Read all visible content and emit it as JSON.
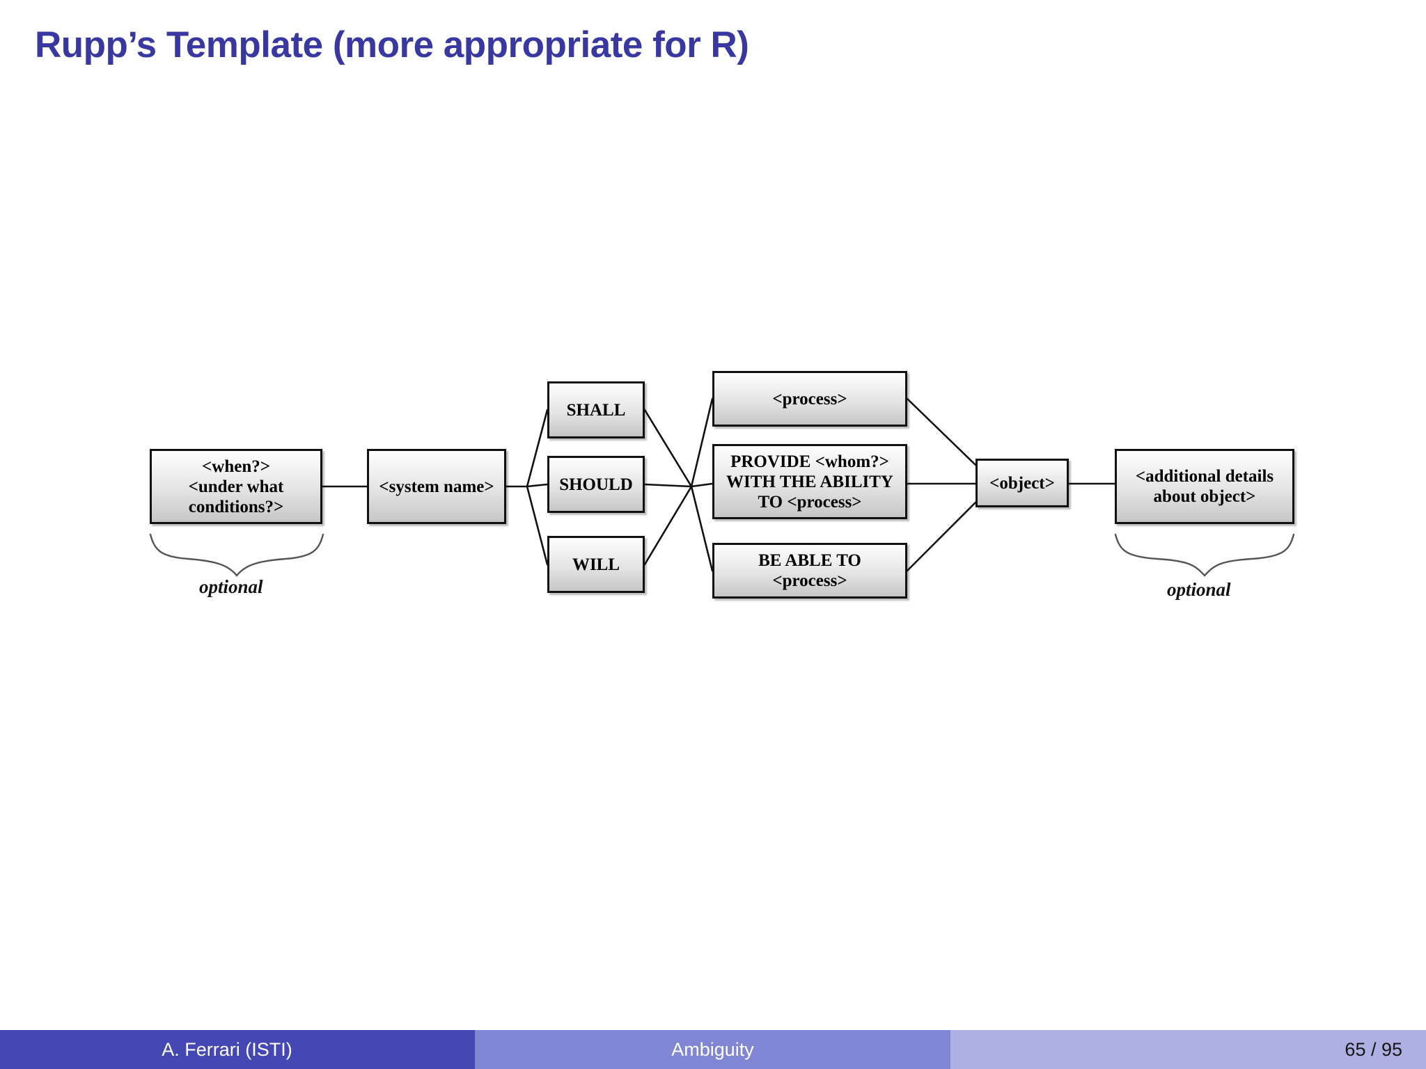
{
  "slide": {
    "title": "Rupp’s Template (more appropriate for R)",
    "title_color": "#3838a0",
    "background": "#ffffff"
  },
  "diagram": {
    "type": "flow-template",
    "description": "Rupp's requirements sentence template flow diagram",
    "boxes": [
      {
        "id": "when",
        "label": "<when?>\n<under what\nconditions?>",
        "optional": true
      },
      {
        "id": "system-name",
        "label": "<system name>",
        "optional": false
      },
      {
        "id": "shall",
        "label": "SHALL",
        "optional": false
      },
      {
        "id": "should",
        "label": "SHOULD",
        "optional": false
      },
      {
        "id": "will",
        "label": "WILL",
        "optional": false
      },
      {
        "id": "process",
        "label": "<process>",
        "optional": false
      },
      {
        "id": "provide",
        "label": "PROVIDE <whom?>\nWITH THE ABILITY\nTO <process>",
        "optional": false
      },
      {
        "id": "be-able",
        "label": "BE ABLE TO\n<process>",
        "optional": false
      },
      {
        "id": "object",
        "label": "<object>",
        "optional": false
      },
      {
        "id": "additional",
        "label": "<additional details\nabout object>",
        "optional": true
      }
    ],
    "optional_labels": {
      "left": "optional",
      "right": "optional"
    },
    "box_style": {
      "border_color": "#111111",
      "fill_top": "#fdfdfd",
      "fill_bottom": "#c2c2c2",
      "text_color": "#000000"
    },
    "connector_color": "#111111"
  },
  "footer": {
    "author": "A. Ferrari  (ISTI)",
    "section": "Ambiguity",
    "page": "65 / 95",
    "colors": {
      "author_bg": "#4447b4",
      "section_bg": "#8186d4",
      "page_bg": "#aeb0e4"
    }
  }
}
